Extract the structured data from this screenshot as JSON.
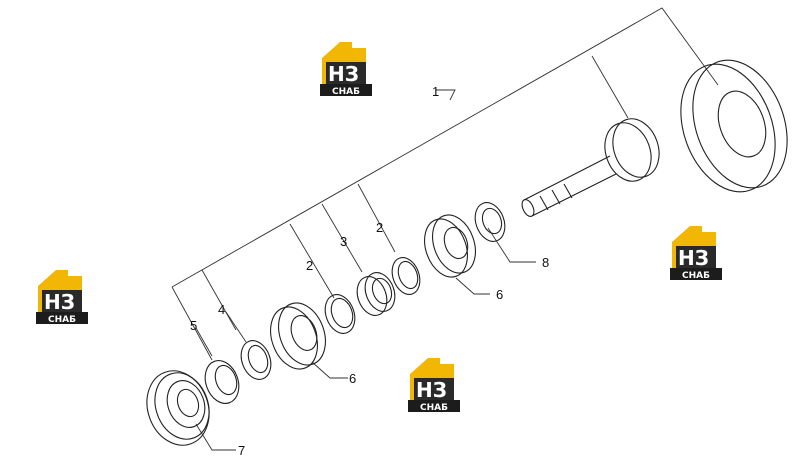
{
  "diagram": {
    "callouts": [
      {
        "id": "c1",
        "label": "1"
      },
      {
        "id": "c2a",
        "label": "2"
      },
      {
        "id": "c2b",
        "label": "2"
      },
      {
        "id": "c3",
        "label": "3"
      },
      {
        "id": "c4",
        "label": "4"
      },
      {
        "id": "c5",
        "label": "5"
      },
      {
        "id": "c6a",
        "label": "6"
      },
      {
        "id": "c6b",
        "label": "6"
      },
      {
        "id": "c7",
        "label": "7"
      },
      {
        "id": "c8",
        "label": "8"
      }
    ]
  },
  "watermark": {
    "letters": "НЗ",
    "caption": "СНАБ",
    "colors": {
      "gold": "#f2b705",
      "dark": "#2a2a2a",
      "caption_bg": "#1c1c1c"
    }
  }
}
